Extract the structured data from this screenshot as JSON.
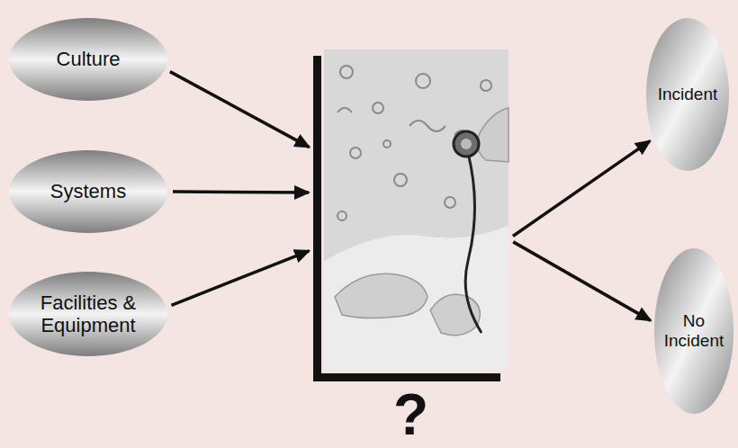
{
  "diagram": {
    "nodes": [
      {
        "text": [
          "Culture"
        ]
      },
      {
        "text": [
          "Systems"
        ]
      },
      {
        "text": [
          "Facilities & Equipment"
        ]
      },
      {
        "text": [
          "?"
        ]
      },
      {
        "text": [
          "Incident"
        ]
      },
      {
        "text": [
          "No Incident"
        ]
      }
    ],
    "edges": [
      {
        "from": 0,
        "to": 3,
        "arrow": "to"
      },
      {
        "from": 1,
        "to": 3,
        "arrow": "to"
      },
      {
        "from": 2,
        "to": 3,
        "arrow": "to"
      },
      {
        "from": 3,
        "to": 4,
        "arrow": "to"
      },
      {
        "from": 3,
        "to": 5,
        "arrow": "to"
      }
    ]
  }
}
